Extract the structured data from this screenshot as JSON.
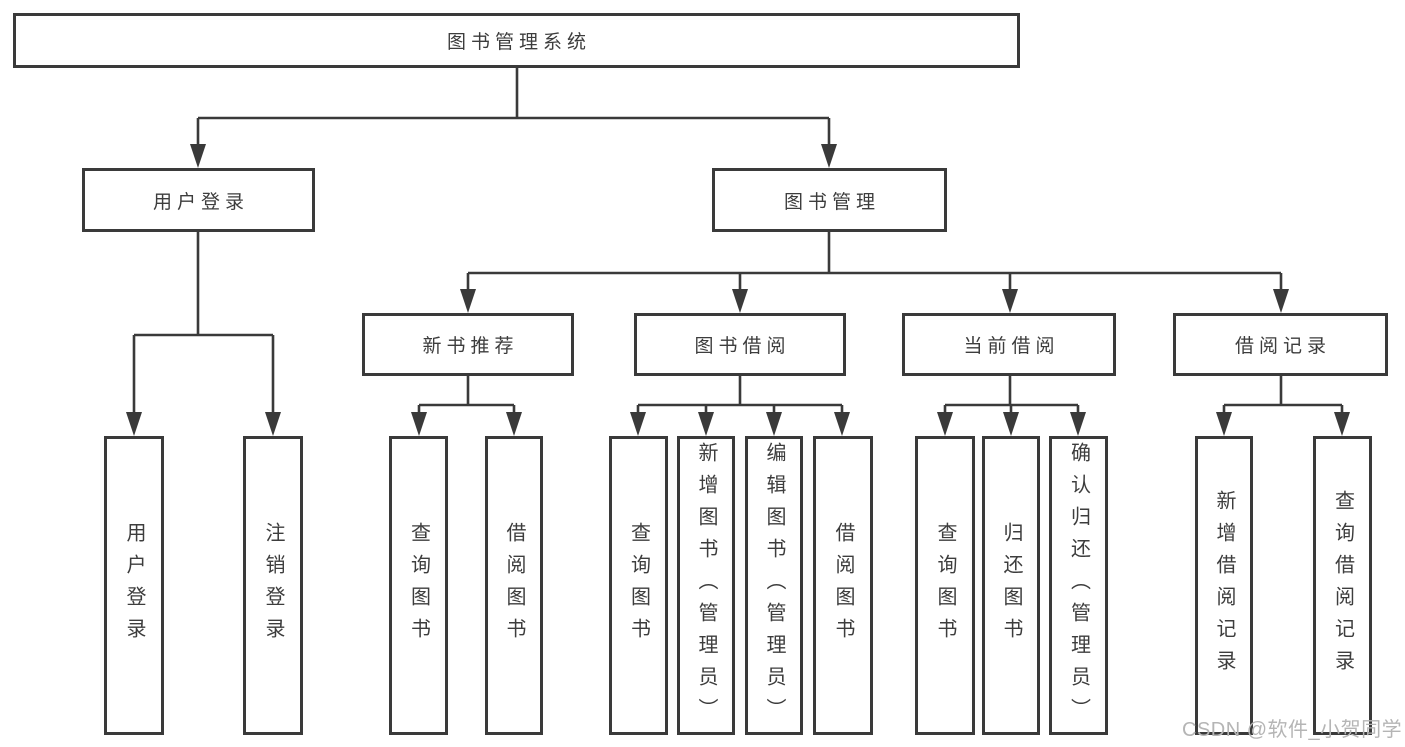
{
  "colors": {
    "line": "#3a3a3a",
    "box_border": "#3a3a3a",
    "text": "#3d3d3d",
    "background": "#ffffff",
    "watermark_color": "#b5b5b5"
  },
  "watermark": "CSDN @软件_小贺同学",
  "tree": {
    "label": "图书管理系统",
    "children": [
      {
        "label": "用户登录",
        "children": [
          {
            "label": "用户登录"
          },
          {
            "label": "注销登录"
          }
        ]
      },
      {
        "label": "图书管理",
        "children": [
          {
            "label": "新书推荐",
            "children": [
              {
                "label": "查询图书"
              },
              {
                "label": "借阅图书"
              }
            ]
          },
          {
            "label": "图书借阅",
            "children": [
              {
                "label": "查询图书"
              },
              {
                "label": "新增图书（管理员）"
              },
              {
                "label": "编辑图书（管理员）"
              },
              {
                "label": "借阅图书"
              }
            ]
          },
          {
            "label": "当前借阅",
            "children": [
              {
                "label": "查询图书"
              },
              {
                "label": "归还图书"
              },
              {
                "label": "确认归还（管理员）"
              }
            ]
          },
          {
            "label": "借阅记录",
            "children": [
              {
                "label": "新增借阅记录"
              },
              {
                "label": "查询借阅记录"
              }
            ]
          }
        ]
      }
    ]
  }
}
